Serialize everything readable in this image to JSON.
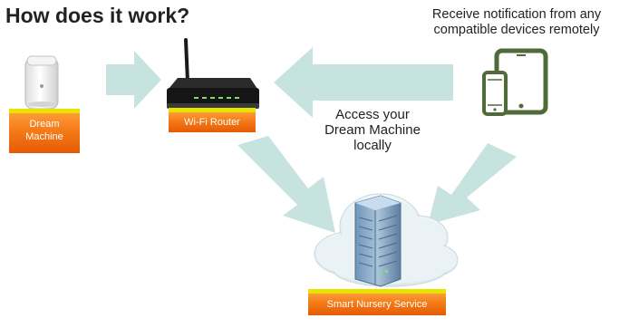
{
  "header": {
    "title": "How does it work?"
  },
  "notes": {
    "remote": [
      "Receive notification from any",
      "compatible devices remotely"
    ],
    "local": [
      "Access your",
      "Dream Machine",
      "locally"
    ]
  },
  "nodes": {
    "dream_machine": [
      "Dream",
      "Machine"
    ],
    "router": "Wi-Fi Router",
    "service": "Smart Nursery Service"
  },
  "colors": {
    "arrow": "#c7e3e0",
    "label_orange": "#f47a17",
    "label_yellow": "#e8e400",
    "device_green": "#4f6b3a",
    "cloud": "#e4eef2"
  }
}
